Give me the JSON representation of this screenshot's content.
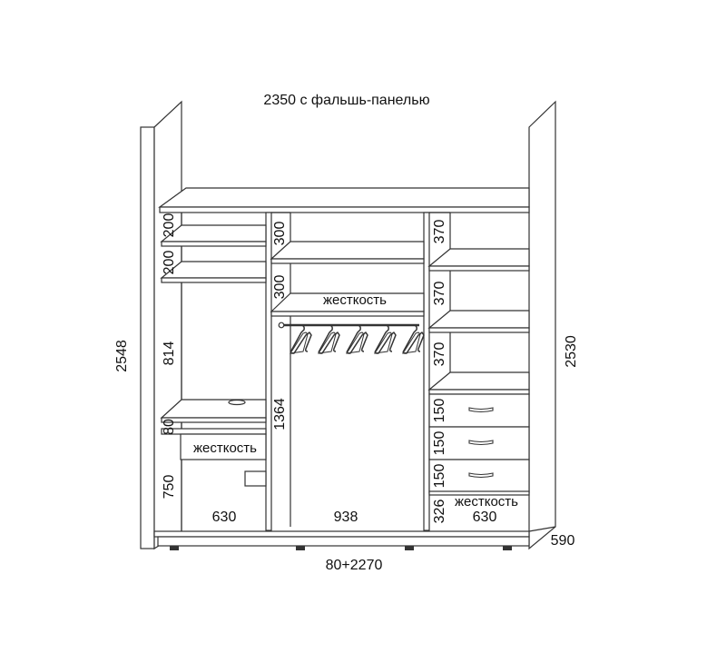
{
  "title": "2350 с фальшь-панелью",
  "bottom_width": "80+2270",
  "left_height": "2548",
  "right_height": "2530",
  "depth": "590",
  "stiffener_label": "жесткость",
  "columns": {
    "left": {
      "width": "630",
      "heights": [
        "200",
        "200",
        "814",
        "80",
        "750"
      ]
    },
    "middle": {
      "width": "938",
      "heights": [
        "300",
        "300",
        "1364"
      ]
    },
    "right": {
      "width": "630",
      "heights": [
        "370",
        "370",
        "370",
        "150",
        "150",
        "150",
        "326"
      ]
    }
  },
  "hanger_count": 5,
  "drawer_count": 3
}
